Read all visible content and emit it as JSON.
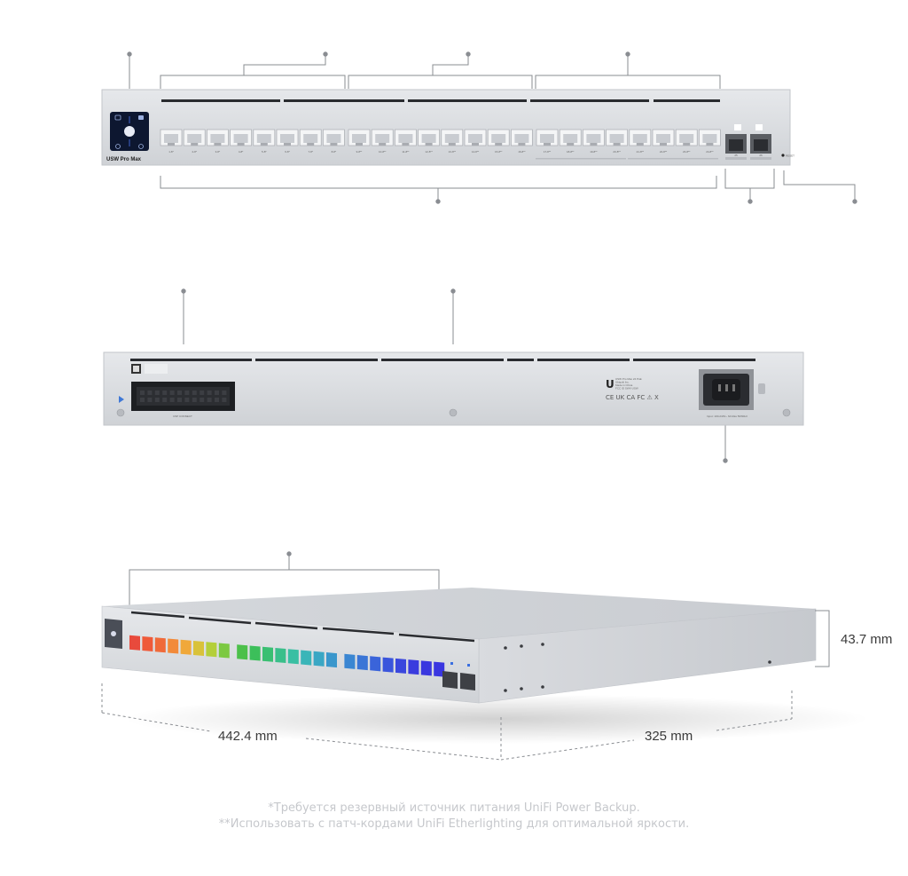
{
  "device": {
    "model_label": "USW Pro Max",
    "port_labels": [
      "1-8*",
      "2-8*",
      "3-8*",
      "4-8*",
      "5-8*",
      "6-8*",
      "7-8*",
      "8-8*",
      "9-8**",
      "10-8**",
      "11-8**",
      "12-8**",
      "13-8**",
      "14-8**",
      "15-8**",
      "16-8**",
      "17-8**",
      "18-8**",
      "19-8**",
      "20-8**",
      "21-8**",
      "22-8**",
      "23-8**",
      "24-8**"
    ],
    "sfp_labels": [
      "25",
      "26"
    ],
    "reset_label": "RESET",
    "usp_connect_label": "USP CONNECT",
    "power_input_label": "Input: 100-240V~ 6A Max 50/60Hz",
    "rear_label_lines": [
      "USW Pro Max 24 PoE",
      "Ubiquiti Inc.",
      "Made in China",
      "FCC ID SWX-USW"
    ],
    "cert_marks": "CE UK CA FC ⚠ X"
  },
  "dimensions": {
    "height": "43.7 mm",
    "width": "442.4 mm",
    "depth": "325 mm"
  },
  "footnotes": [
    "*Требуется резервный источник питания UniFi Power Backup.",
    "**Использовать с патч-кордами UniFi Etherlighting для оптимальной яркости."
  ],
  "colors": {
    "chassis": "#dcdee2",
    "chassis_edge": "#c2c5ca",
    "touch_panel": "#0d1730",
    "callout_line": "#8a8d92",
    "etherlighting": [
      "#e84a3c",
      "#ef5a3a",
      "#f06a3a",
      "#f28a3a",
      "#f0a83a",
      "#d9c23a",
      "#b4cf3a",
      "#7cc942",
      "#4cc04a",
      "#3cbf5a",
      "#3abf72",
      "#3abf8a",
      "#3abfa3",
      "#3ab5b8",
      "#3aa7c4",
      "#3a97cc",
      "#3a86d2",
      "#3a75d6",
      "#3a64da",
      "#3a55dc",
      "#3a47dd",
      "#3a3cde",
      "#3a38df",
      "#3a36e0"
    ]
  }
}
